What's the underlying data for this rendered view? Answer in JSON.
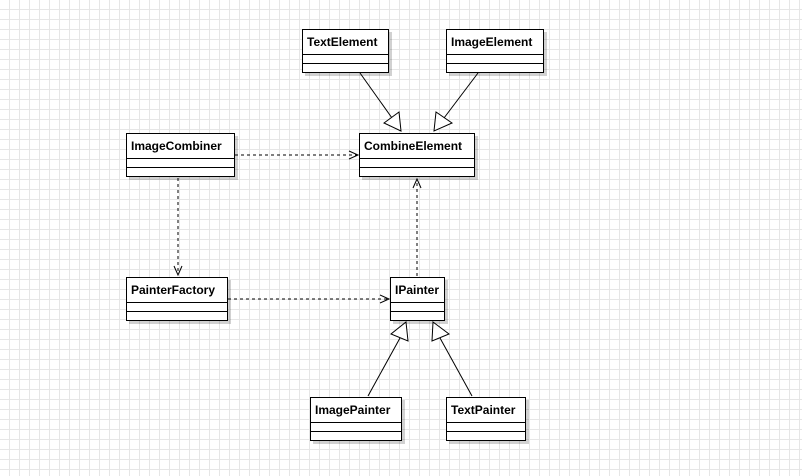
{
  "diagram": {
    "classes": {
      "text_element": "TextElement",
      "image_element": "ImageElement",
      "image_combiner": "ImageCombiner",
      "combine_element": "CombineElement",
      "painter_factory": "PainterFactory",
      "ipainter": "IPainter",
      "image_painter": "ImagePainter",
      "text_painter": "TextPainter"
    },
    "relations": [
      {
        "from": "text_element",
        "to": "combine_element",
        "kind": "generalization"
      },
      {
        "from": "image_element",
        "to": "combine_element",
        "kind": "generalization"
      },
      {
        "from": "image_combiner",
        "to": "combine_element",
        "kind": "dependency"
      },
      {
        "from": "image_combiner",
        "to": "painter_factory",
        "kind": "dependency"
      },
      {
        "from": "painter_factory",
        "to": "ipainter",
        "kind": "dependency"
      },
      {
        "from": "ipainter",
        "to": "combine_element",
        "kind": "dependency"
      },
      {
        "from": "image_painter",
        "to": "ipainter",
        "kind": "generalization"
      },
      {
        "from": "text_painter",
        "to": "ipainter",
        "kind": "generalization"
      }
    ],
    "colors": {
      "line": "#000000",
      "grid": "#e6e6e6",
      "background": "#ffffff"
    }
  }
}
